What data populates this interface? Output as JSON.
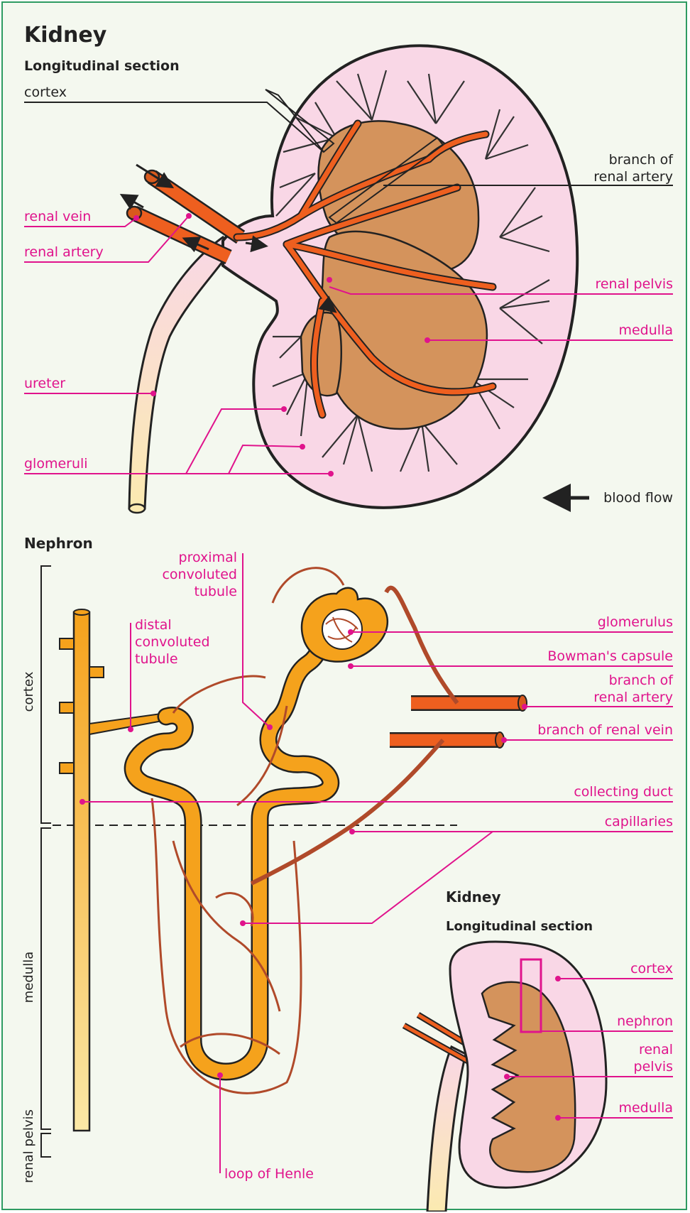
{
  "colors": {
    "label": "#e0138c",
    "leader_dark": "#222222",
    "frame": "#2e9b62",
    "background": "#f4f8ef",
    "cortex_fill": "#f9d7e6",
    "medulla_fill": "#d4935c",
    "artery": "#ee5f1f",
    "tubule": "#f5a21c",
    "duct": "#f6c66f",
    "capillary": "#b04a2a"
  },
  "top": {
    "title": "Kidney",
    "subtitle": "Longitudinal section",
    "labels": {
      "cortex": "cortex",
      "branch_artery_1": "branch of",
      "branch_artery_2": "renal artery",
      "renal_vein": "renal vein",
      "renal_artery": "renal artery",
      "renal_pelvis": "renal pelvis",
      "medulla": "medulla",
      "ureter": "ureter",
      "glomeruli": "glomeruli",
      "blood_flow": "blood flow"
    }
  },
  "nephron": {
    "title": "Nephron",
    "labels": {
      "proximal_1": "proximal",
      "proximal_2": "convoluted",
      "proximal_3": "tubule",
      "distal_1": "distal",
      "distal_2": "convoluted",
      "distal_3": "tubule",
      "glomerulus": "glomerulus",
      "bowman": "Bowman's capsule",
      "branch_artery_1": "branch of",
      "branch_artery_2": "renal artery",
      "branch_vein": "branch of renal vein",
      "collecting_duct": "collecting duct",
      "capillaries": "capillaries",
      "loop": "loop of Henle"
    },
    "zones": {
      "cortex": "cortex",
      "medulla": "medulla",
      "renal_pelvis": "renal pelvis"
    }
  },
  "small_kidney": {
    "title": "Kidney",
    "subtitle": "Longitudinal section",
    "labels": {
      "cortex": "cortex",
      "nephron": "nephron",
      "renal_pelvis_1": "renal",
      "renal_pelvis_2": "pelvis",
      "medulla": "medulla"
    }
  }
}
